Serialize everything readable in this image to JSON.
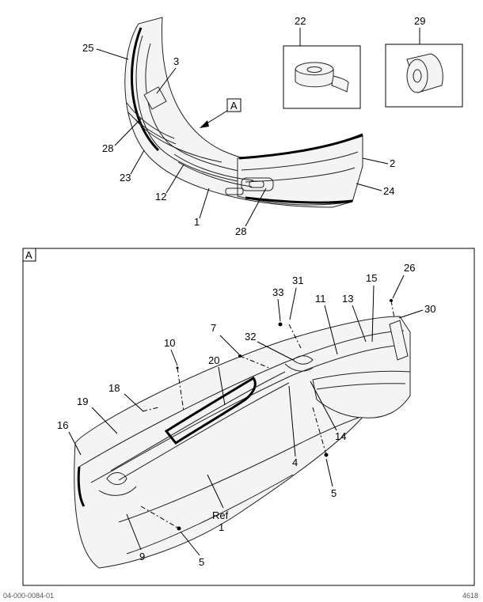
{
  "view_label": "A",
  "detail_label": "A",
  "callouts": {
    "c25": "25",
    "c3": "3",
    "c28a": "28",
    "c23": "23",
    "c12": "12",
    "c1": "1",
    "c28b": "28",
    "c2": "2",
    "c24": "24",
    "c22": "22",
    "c29": "29",
    "c33": "33",
    "c31": "31",
    "c11": "11",
    "c13": "13",
    "c15": "15",
    "c26": "26",
    "c30": "30",
    "c32": "32",
    "c7": "7",
    "c10": "10",
    "c20": "20",
    "c18": "18",
    "c19": "19",
    "c16": "16",
    "c4": "4",
    "c14": "14",
    "c5a": "5",
    "c5b": "5",
    "c9": "9",
    "ref": "Ref",
    "ref1": "1"
  },
  "footer": {
    "left": "04-000-0084-01",
    "right": "4618"
  }
}
